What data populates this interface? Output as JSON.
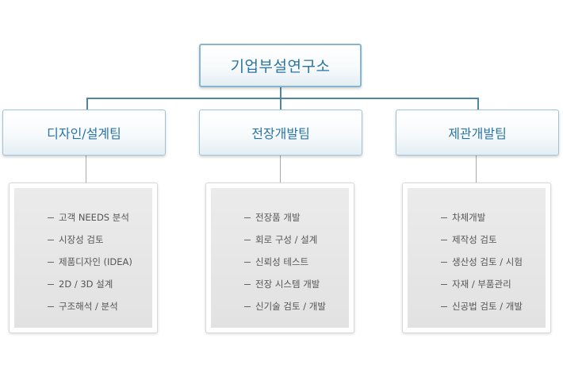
{
  "root": {
    "title": "기업부설연구소"
  },
  "teams": [
    {
      "name": "디자인/설계팀",
      "items": [
        "고객 NEEDS 분석",
        "시장성 검토",
        "제품디자인 (IDEA)",
        "2D / 3D 설계",
        "구조해석 / 분석"
      ]
    },
    {
      "name": "전장개발팀",
      "items": [
        "전장품 개발",
        "회로 구성 / 설계",
        "신뢰성 테스트",
        "전장 시스템 개발",
        "신기술 검토 / 개발"
      ]
    },
    {
      "name": "제관개발팀",
      "items": [
        "차체개발",
        "제작성 검토",
        "생산성 검토 / 시험",
        "자재 / 부품관리",
        "신공법 검토 / 개발"
      ]
    }
  ],
  "colors": {
    "header_text": "#2a74a3",
    "connector": "#4f86a6",
    "item_text": "#555555"
  }
}
